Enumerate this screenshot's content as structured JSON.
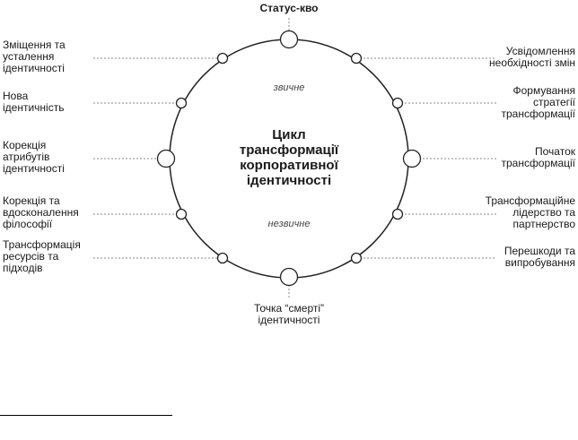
{
  "diagram": {
    "top_label": "Статус-кво",
    "center_title": "Цикл\nтрансформації\nкорпоративної\nідентичності",
    "ring_upper_label": "звичне",
    "ring_lower_label": "незвичне",
    "bottom_label": "Точка “смерті”\nідентичності",
    "left_labels": [
      "Зміщення та\nусталення\nідентичності",
      "Нова\nідентичність",
      "Корекція\nатрибутів\nідентичності",
      "Корекція та\nвдосконалення\nфілософії",
      "Трансформація\nресурсів та\nпідходів"
    ],
    "right_labels": [
      "Усвідомлення\nнеобхідності змін",
      "Формування\nстратегії\nтрансформації",
      "Початок\nтрансформації",
      "Трансформаційне\nлідерство та\nпартнерство",
      "Перешкоди та\nвипробування"
    ]
  },
  "colors": {
    "line": "#222222",
    "dash": "#888888",
    "node_fill": "#ffffff"
  }
}
